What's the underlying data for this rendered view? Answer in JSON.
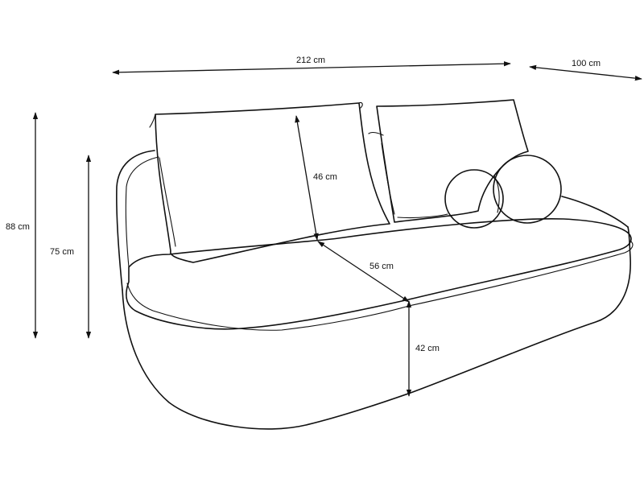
{
  "dimensions": {
    "width": "212 cm",
    "depth": "100 cm",
    "total_height": "88 cm",
    "armrest_height": "75 cm",
    "cushion_height": "46 cm",
    "seat_depth": "56 cm",
    "seat_height": "42 cm"
  },
  "colors": {
    "line": "#111111",
    "background": "#ffffff"
  }
}
